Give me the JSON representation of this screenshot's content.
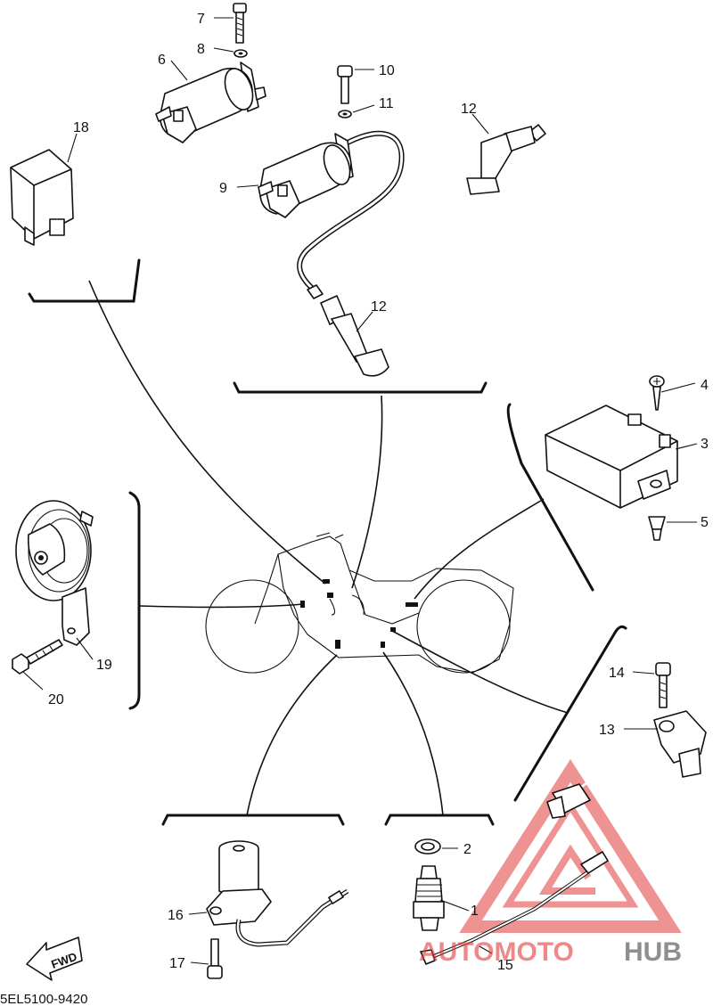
{
  "diagram_code": "5EL5100-9420",
  "direction_label": "FWD",
  "watermark": {
    "text_a": "AUTOMOTO",
    "text_b": "HUB",
    "color": "#e23a3a"
  },
  "callouts": [
    {
      "id": "c7",
      "label": "7"
    },
    {
      "id": "c8",
      "label": "8"
    },
    {
      "id": "c6",
      "label": "6"
    },
    {
      "id": "c10",
      "label": "10"
    },
    {
      "id": "c11",
      "label": "11"
    },
    {
      "id": "c12a",
      "label": "12"
    },
    {
      "id": "c18",
      "label": "18"
    },
    {
      "id": "c9",
      "label": "9"
    },
    {
      "id": "c12b",
      "label": "12"
    },
    {
      "id": "c4",
      "label": "4"
    },
    {
      "id": "c3",
      "label": "3"
    },
    {
      "id": "c5",
      "label": "5"
    },
    {
      "id": "c19",
      "label": "19"
    },
    {
      "id": "c20",
      "label": "20"
    },
    {
      "id": "c14",
      "label": "14"
    },
    {
      "id": "c13",
      "label": "13"
    },
    {
      "id": "c2",
      "label": "2"
    },
    {
      "id": "c16",
      "label": "16"
    },
    {
      "id": "c1",
      "label": "1"
    },
    {
      "id": "c17",
      "label": "17"
    },
    {
      "id": "c15",
      "label": "15"
    }
  ]
}
